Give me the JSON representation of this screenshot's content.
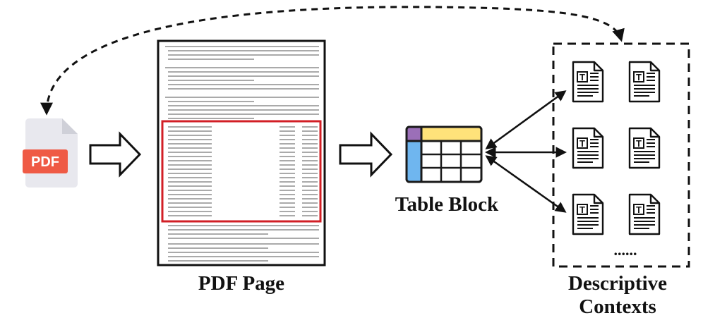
{
  "pdf_icon": {
    "label": "PDF",
    "colors": {
      "body": "#e8e8ee",
      "fold": "#cfd0d8",
      "badge": "#ef5a45",
      "text": "#ffffff"
    }
  },
  "pdf_page": {
    "caption": "PDF Page",
    "highlight_color": "#d21f26"
  },
  "table_block": {
    "caption": "Table Block",
    "colors": {
      "header": "#ffe27a",
      "corner": "#9b6fb8",
      "side": "#6fb6ef",
      "cells": "#ffffff",
      "stroke": "#1a1a1a"
    }
  },
  "contexts": {
    "caption_line1": "Descriptive",
    "caption_line2": "Contexts",
    "more": "......",
    "doc_icon": "text-document-icon",
    "doc_count": 6
  },
  "icons": [
    "pdf-file-icon",
    "table-icon",
    "text-document-icon",
    "block-arrow-right-icon",
    "dashed-curved-arrow-icon"
  ]
}
